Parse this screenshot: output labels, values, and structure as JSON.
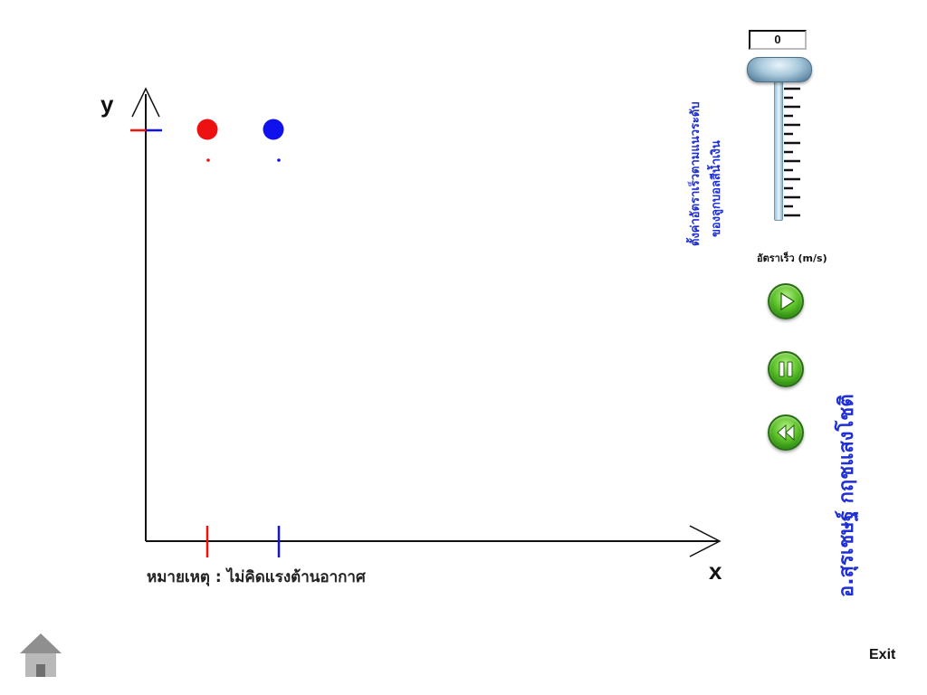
{
  "graph": {
    "y_axis_label": "y",
    "x_axis_label": "x",
    "note": "หมายเหตุ : ไม่คิดแรงต้านอากาศ",
    "balls": [
      {
        "color": "#ee1111"
      },
      {
        "color": "#1111ee"
      }
    ]
  },
  "controls": {
    "speed_value": "0",
    "speed_label": "อัตราเร็ว (m/s)",
    "instruction_line1": "ตั้งค่าอัตราเร็วตามแนวระดับ",
    "instruction_line2": "ของลูกบอลสีน้ำเงิน",
    "play_icon": "play-icon",
    "pause_icon": "pause-icon",
    "rewind_icon": "rewind-icon"
  },
  "author": "อ.สุรเชษฐ์ กฤชแสงโชติ",
  "nav": {
    "home_icon": "home-icon",
    "exit_label": "Exit"
  },
  "colors": {
    "red": "#ee1111",
    "blue": "#1111ee",
    "text_blue": "#1f2fd6",
    "button_green": "#4cb51e"
  }
}
